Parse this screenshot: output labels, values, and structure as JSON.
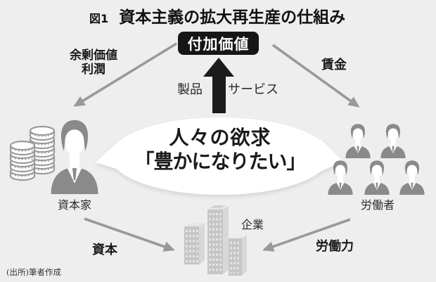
{
  "figure": {
    "label": "図1",
    "title": "資本主義の拡大再生産の仕組み",
    "source": "(出所)筆者作成"
  },
  "top_cycle": {
    "added_value": "付加価値",
    "surplus_value": "余剰価値",
    "profit": "利潤",
    "wages": "賃金",
    "products": "製品",
    "services": "サービス"
  },
  "bubble": {
    "line1": "人々の欲求",
    "line2": "「豊かになりたい」"
  },
  "actors": {
    "capitalist": "資本家",
    "workers": "労働者",
    "company": "企業"
  },
  "bottom_cycle": {
    "capital": "資本",
    "labor_power": "労働力"
  },
  "colors": {
    "background": "#eeeeee",
    "ink": "#1a1a1a",
    "arrow_gray": "#999999",
    "figure_gray": "#8a8a8a",
    "building_front": "#c6c6c6",
    "building_side": "#d8d8d8",
    "building_roof": "#e6e6e6"
  }
}
